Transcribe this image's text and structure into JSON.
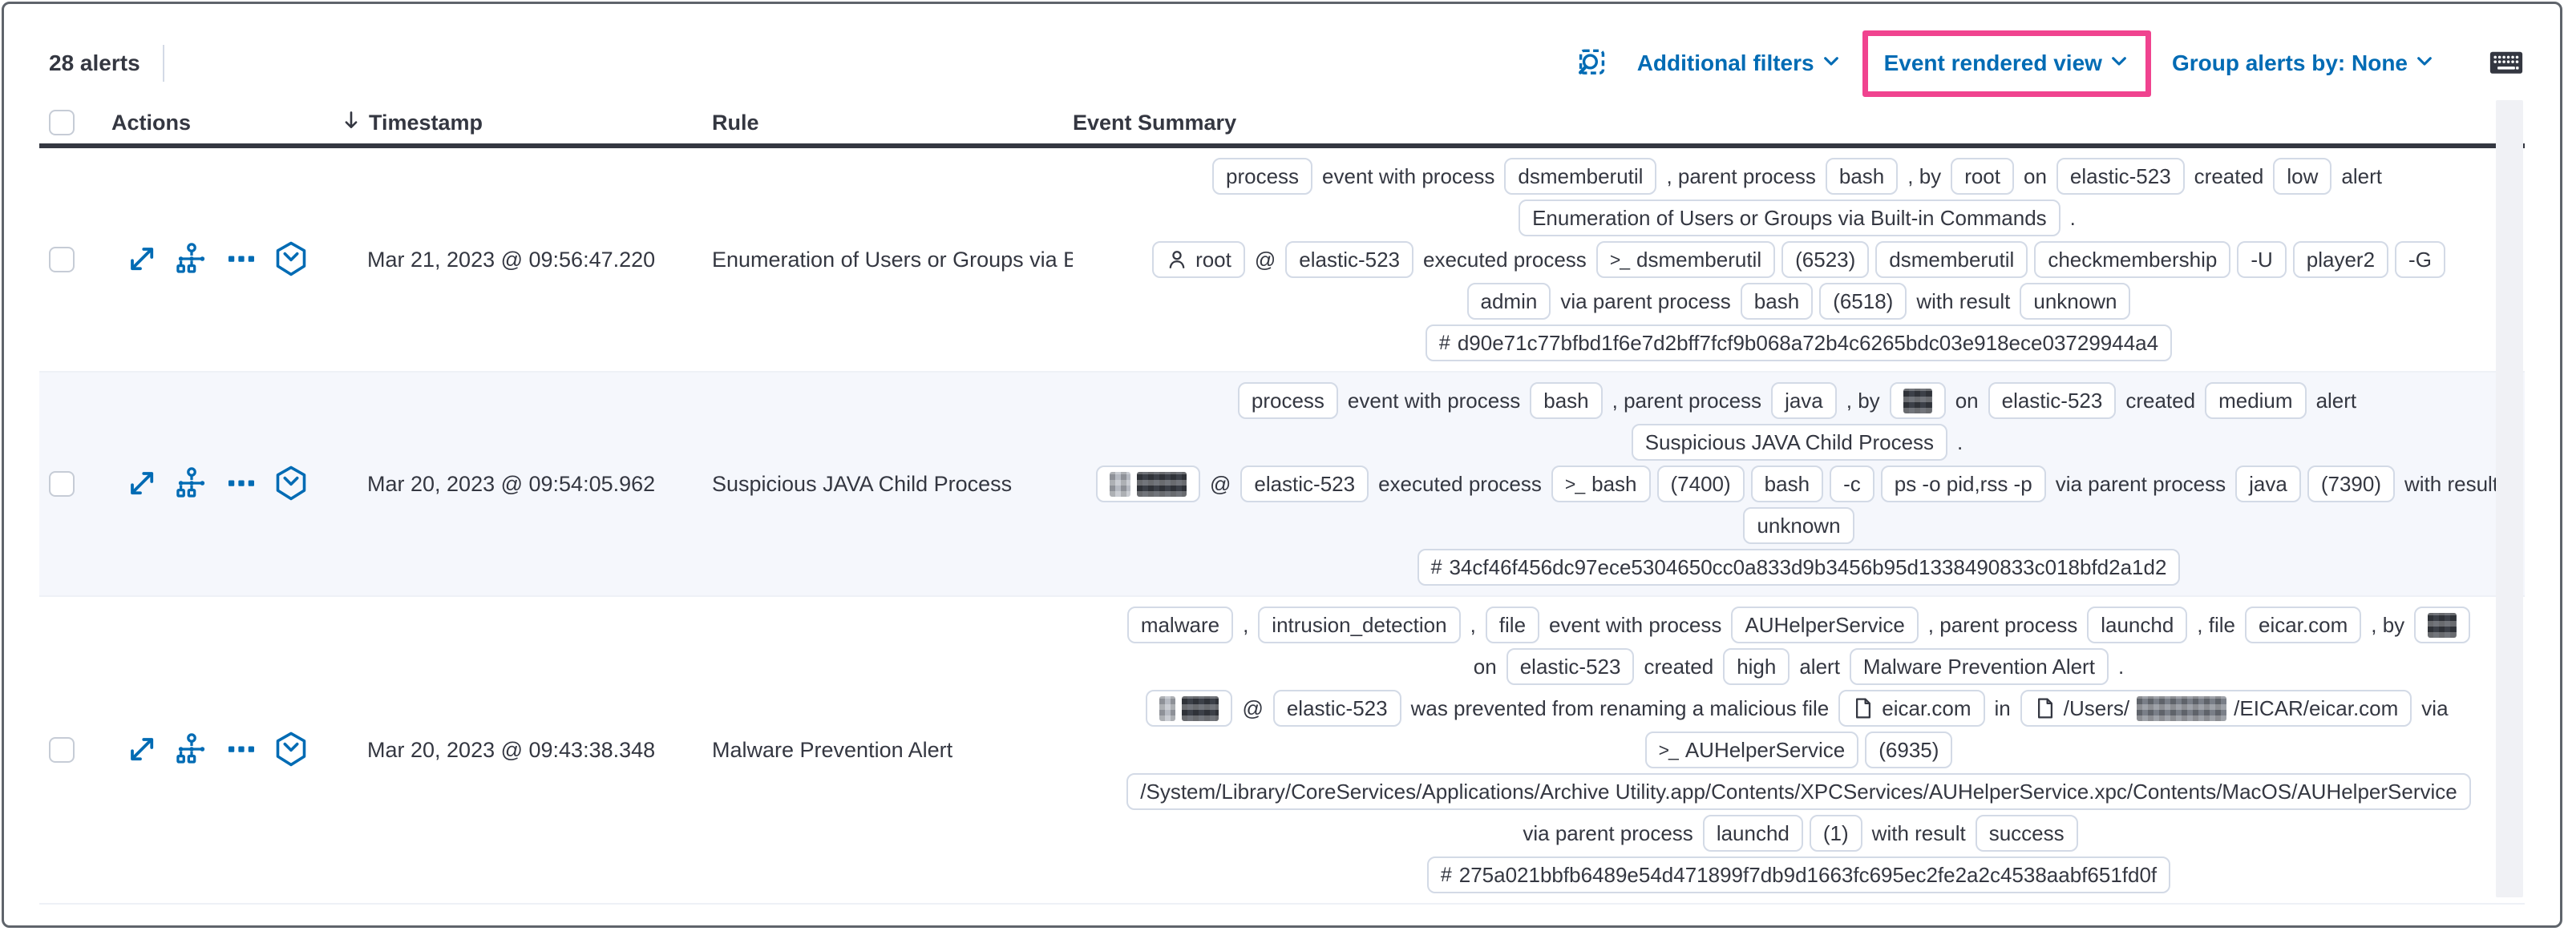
{
  "toolbar": {
    "alert_count": "28 alerts",
    "additional_filters_label": "Additional filters",
    "view_selector_label": "Event rendered view",
    "group_by_label": "Group alerts by: None",
    "icons": [
      "inspect-icon",
      "keyboard-icon"
    ]
  },
  "colors": {
    "primary_blue": "#006bb4",
    "highlight_pink": "#f0438f",
    "text_dark": "#343741",
    "badge_border": "#d3dae6",
    "row_stripe": "#f5f7fc"
  },
  "table": {
    "headers": {
      "actions": "Actions",
      "timestamp": "Timestamp",
      "rule": "Rule",
      "summary": "Event Summary"
    },
    "row_actions": [
      "expand",
      "analyze-event",
      "more-actions",
      "session-view"
    ],
    "rows": [
      {
        "timestamp": "Mar 21, 2023 @ 09:56:47.220",
        "rule": "Enumeration of Users or Groups via Bui",
        "summary": [
          [
            {
              "t": "badge",
              "label": "process"
            },
            {
              "t": "text",
              "label": "event with process"
            },
            {
              "t": "badge",
              "label": "dsmemberutil"
            },
            {
              "t": "text",
              "label": ", parent process"
            },
            {
              "t": "badge",
              "label": "bash"
            },
            {
              "t": "text",
              "label": ", by"
            },
            {
              "t": "badge",
              "label": "root"
            },
            {
              "t": "text",
              "label": "on"
            },
            {
              "t": "badge",
              "label": "elastic-523"
            },
            {
              "t": "text",
              "label": "created"
            },
            {
              "t": "badge",
              "label": "low"
            },
            {
              "t": "text",
              "label": "alert"
            }
          ],
          [
            {
              "t": "badge",
              "label": "Enumeration of Users or Groups via Built-in Commands"
            },
            {
              "t": "text",
              "label": "."
            }
          ],
          [
            {
              "t": "badge",
              "label": "root",
              "icon": "user"
            },
            {
              "t": "text",
              "label": "@"
            },
            {
              "t": "badge",
              "label": "elastic-523"
            },
            {
              "t": "text",
              "label": "executed process"
            },
            {
              "t": "badge",
              "label": "dsmemberutil",
              "icon": "terminal"
            },
            {
              "t": "badge",
              "label": "(6523)"
            },
            {
              "t": "badge",
              "label": "dsmemberutil"
            },
            {
              "t": "badge",
              "label": "checkmembership"
            },
            {
              "t": "badge",
              "label": "-U"
            },
            {
              "t": "badge",
              "label": "player2"
            },
            {
              "t": "badge",
              "label": "-G"
            }
          ],
          [
            {
              "t": "badge",
              "label": "admin"
            },
            {
              "t": "text",
              "label": "via parent process"
            },
            {
              "t": "badge",
              "label": "bash"
            },
            {
              "t": "badge",
              "label": "(6518)"
            },
            {
              "t": "text",
              "label": "with result"
            },
            {
              "t": "badge",
              "label": "unknown"
            }
          ],
          [
            {
              "t": "badge",
              "label": "d90e71c77bfbd1f6e7d2bff7fcf9b068a72b4c6265bdc03e918ece03729944a4",
              "icon": "hash"
            }
          ]
        ]
      },
      {
        "timestamp": "Mar 20, 2023 @ 09:54:05.962",
        "rule": "Suspicious JAVA Child Process",
        "summary": [
          [
            {
              "t": "badge",
              "label": "process"
            },
            {
              "t": "text",
              "label": "event with process"
            },
            {
              "t": "badge",
              "label": "bash"
            },
            {
              "t": "text",
              "label": ", parent process"
            },
            {
              "t": "badge",
              "label": "java"
            },
            {
              "t": "text",
              "label": ", by"
            },
            {
              "t": "badge",
              "redacted": "sm"
            },
            {
              "t": "text",
              "label": "on"
            },
            {
              "t": "badge",
              "label": "elastic-523"
            },
            {
              "t": "text",
              "label": "created"
            },
            {
              "t": "badge",
              "label": "medium"
            },
            {
              "t": "text",
              "label": "alert"
            }
          ],
          [
            {
              "t": "badge",
              "label": "Suspicious JAVA Child Process"
            },
            {
              "t": "text",
              "label": "."
            }
          ],
          [
            {
              "t": "badge",
              "redacted": "lg"
            },
            {
              "t": "text",
              "label": "@"
            },
            {
              "t": "badge",
              "label": "elastic-523"
            },
            {
              "t": "text",
              "label": "executed process"
            },
            {
              "t": "badge",
              "label": "bash",
              "icon": "terminal"
            },
            {
              "t": "badge",
              "label": "(7400)"
            },
            {
              "t": "badge",
              "label": "bash"
            },
            {
              "t": "badge",
              "label": "-c"
            },
            {
              "t": "badge",
              "label": "ps -o pid,rss -p"
            },
            {
              "t": "text",
              "label": "via parent process"
            },
            {
              "t": "badge",
              "label": "java"
            },
            {
              "t": "badge",
              "label": "(7390)"
            },
            {
              "t": "text",
              "label": "with result"
            }
          ],
          [
            {
              "t": "badge",
              "label": "unknown"
            }
          ],
          [
            {
              "t": "badge",
              "label": "34cf46f456dc97ece5304650cc0a833d9b3456b95d1338490833c018bfd2a1d2",
              "icon": "hash"
            }
          ]
        ]
      },
      {
        "timestamp": "Mar 20, 2023 @ 09:43:38.348",
        "rule": "Malware Prevention Alert",
        "summary": [
          [
            {
              "t": "badge",
              "label": "malware"
            },
            {
              "t": "text",
              "label": ","
            },
            {
              "t": "badge",
              "label": "intrusion_detection"
            },
            {
              "t": "text",
              "label": ","
            },
            {
              "t": "badge",
              "label": "file"
            },
            {
              "t": "text",
              "label": "event with process"
            },
            {
              "t": "badge",
              "label": "AUHelperService"
            },
            {
              "t": "text",
              "label": ", parent process"
            },
            {
              "t": "badge",
              "label": "launchd"
            },
            {
              "t": "text",
              "label": ", file"
            },
            {
              "t": "badge",
              "label": "eicar.com"
            },
            {
              "t": "text",
              "label": ", by"
            },
            {
              "t": "badge",
              "redacted": "sm"
            }
          ],
          [
            {
              "t": "text",
              "label": "on"
            },
            {
              "t": "badge",
              "label": "elastic-523"
            },
            {
              "t": "text",
              "label": "created"
            },
            {
              "t": "badge",
              "label": "high"
            },
            {
              "t": "text",
              "label": "alert"
            },
            {
              "t": "badge",
              "label": "Malware Prevention Alert"
            },
            {
              "t": "text",
              "label": "."
            }
          ],
          [
            {
              "t": "badge",
              "redacted": "md"
            },
            {
              "t": "text",
              "label": "@"
            },
            {
              "t": "badge",
              "label": "elastic-523"
            },
            {
              "t": "text",
              "label": "was prevented from renaming a malicious file"
            },
            {
              "t": "badge",
              "label": "eicar.com",
              "icon": "document"
            },
            {
              "t": "text",
              "label": "in"
            },
            {
              "t": "badge",
              "icon": "document",
              "parts": [
                {
                  "text": "/Users/"
                },
                {
                  "redacted": true
                },
                {
                  "text": "/EICAR/eicar.com"
                }
              ]
            },
            {
              "t": "text",
              "label": "via"
            }
          ],
          [
            {
              "t": "badge",
              "label": "AUHelperService",
              "icon": "terminal"
            },
            {
              "t": "badge",
              "label": "(6935)"
            }
          ],
          [
            {
              "t": "badge",
              "label": "/System/Library/CoreServices/Applications/Archive Utility.app/Contents/XPCServices/AUHelperService.xpc/Contents/MacOS/AUHelperService"
            }
          ],
          [
            {
              "t": "text",
              "label": "via parent process"
            },
            {
              "t": "badge",
              "label": "launchd"
            },
            {
              "t": "badge",
              "label": "(1)"
            },
            {
              "t": "text",
              "label": "with result"
            },
            {
              "t": "badge",
              "label": "success"
            }
          ],
          [
            {
              "t": "badge",
              "label": "275a021bbfb6489e54d471899f7db9d1663fc695ec2fe2a2c4538aabf651fd0f",
              "icon": "hash"
            }
          ]
        ]
      }
    ]
  }
}
